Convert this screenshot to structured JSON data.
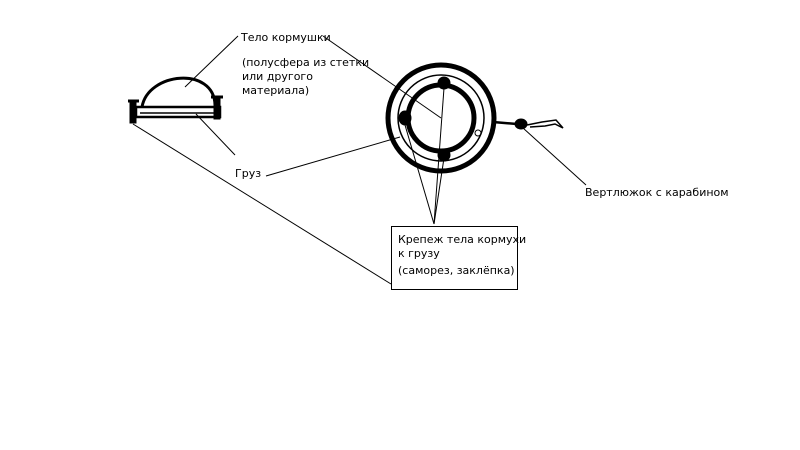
{
  "labels": {
    "feeder_body": "Тело кормушки",
    "feeder_body_note": [
      "(полусфера из стетки",
      "или другого",
      "материала)"
    ],
    "weight": "Груз",
    "swivel": "Вертлюжок с карабином",
    "fastener": [
      "Крепеж тела кормухи",
      "к грузу",
      "(саморез, заклёпка)"
    ]
  },
  "colors": {
    "stroke": "#000000",
    "background": "#ffffff"
  }
}
